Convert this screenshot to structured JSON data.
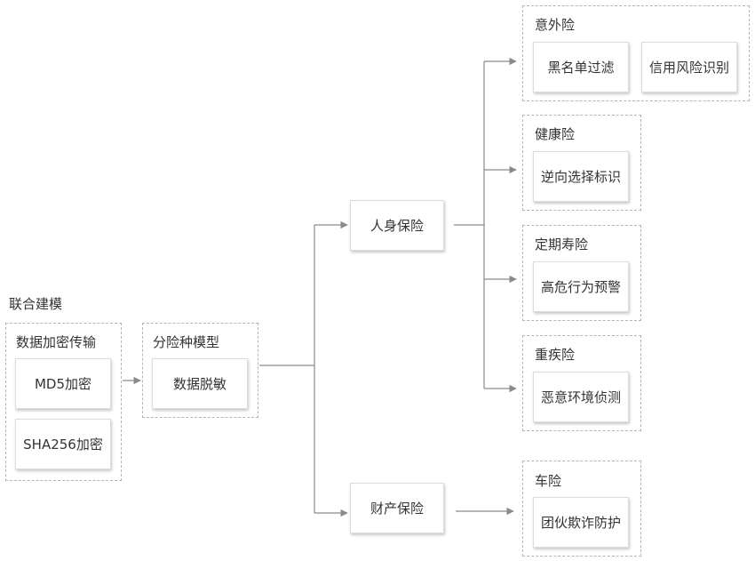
{
  "diagram": {
    "title": "联合建模",
    "groups": {
      "encryption": {
        "label": "数据加密传输",
        "items": [
          "MD5加密",
          "SHA256加密"
        ]
      },
      "insurance_model": {
        "label": "分险种模型",
        "items": [
          "数据脱敏"
        ]
      },
      "accident": {
        "label": "意外险",
        "items": [
          "黑名单过滤",
          "信用风险识别"
        ]
      },
      "health": {
        "label": "健康险",
        "items": [
          "逆向选择标识"
        ]
      },
      "term_life": {
        "label": "定期寿险",
        "items": [
          "高危行为预警"
        ]
      },
      "critical_illness": {
        "label": "重疾险",
        "items": [
          "恶意环境侦测"
        ]
      },
      "auto": {
        "label": "车险",
        "items": [
          "团伙欺诈防护"
        ]
      }
    },
    "nodes": {
      "personal_insurance": "人身保险",
      "property_insurance": "财产保险"
    },
    "colors": {
      "line": "#8a8a8a",
      "dashed_border": "#b5b5b5",
      "text": "#333333"
    }
  }
}
